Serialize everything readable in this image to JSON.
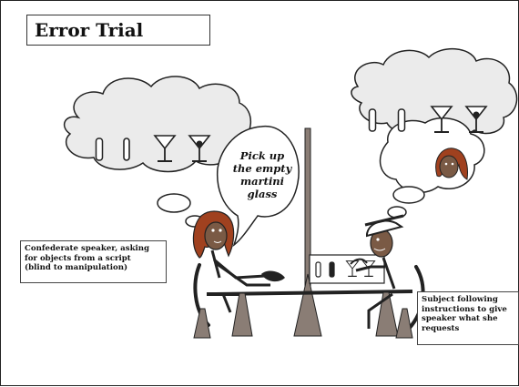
{
  "title": "Error Trial",
  "speech": {
    "lines": [
      "Pick up",
      "the empty",
      "martini",
      "glass"
    ]
  },
  "callouts": {
    "confederate": {
      "lines": [
        "Confederate speaker, asking",
        "for objects from a script",
        "(blind to manipulation)"
      ]
    },
    "subject": {
      "lines": [
        "Subject following",
        "instructions to give",
        "speaker what she",
        "requests"
      ]
    }
  },
  "colors": {
    "hair": "#a0411f",
    "skin": "#7a5a45",
    "cloud_shade": "#ebebeb",
    "divider": "#8a7d75",
    "outline": "#222222"
  }
}
